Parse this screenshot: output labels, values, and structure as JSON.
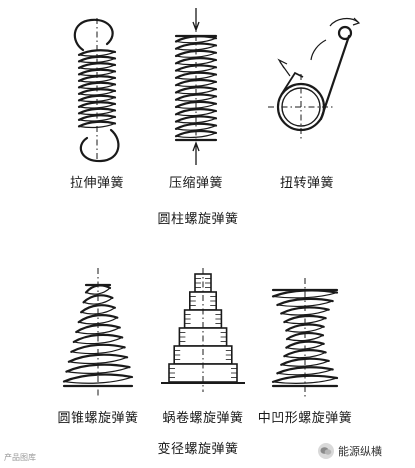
{
  "springs_top": [
    {
      "key": "extension",
      "label": "拉伸弹簧"
    },
    {
      "key": "compression",
      "label": "压缩弹簧"
    },
    {
      "key": "torsion",
      "label": "扭转弹簧"
    }
  ],
  "group_top_label": "圆柱螺旋弹簧",
  "springs_bottom": [
    {
      "key": "conical",
      "label": "圆锥螺旋弹簧"
    },
    {
      "key": "volute",
      "label": "蜗卷螺旋弹簧"
    },
    {
      "key": "barrel",
      "label": "中凹形螺旋弹簧"
    }
  ],
  "group_bottom_label": "变径螺旋弹簧",
  "watermark": {
    "left_text": "产品图库",
    "right_text": "能源纵横"
  }
}
